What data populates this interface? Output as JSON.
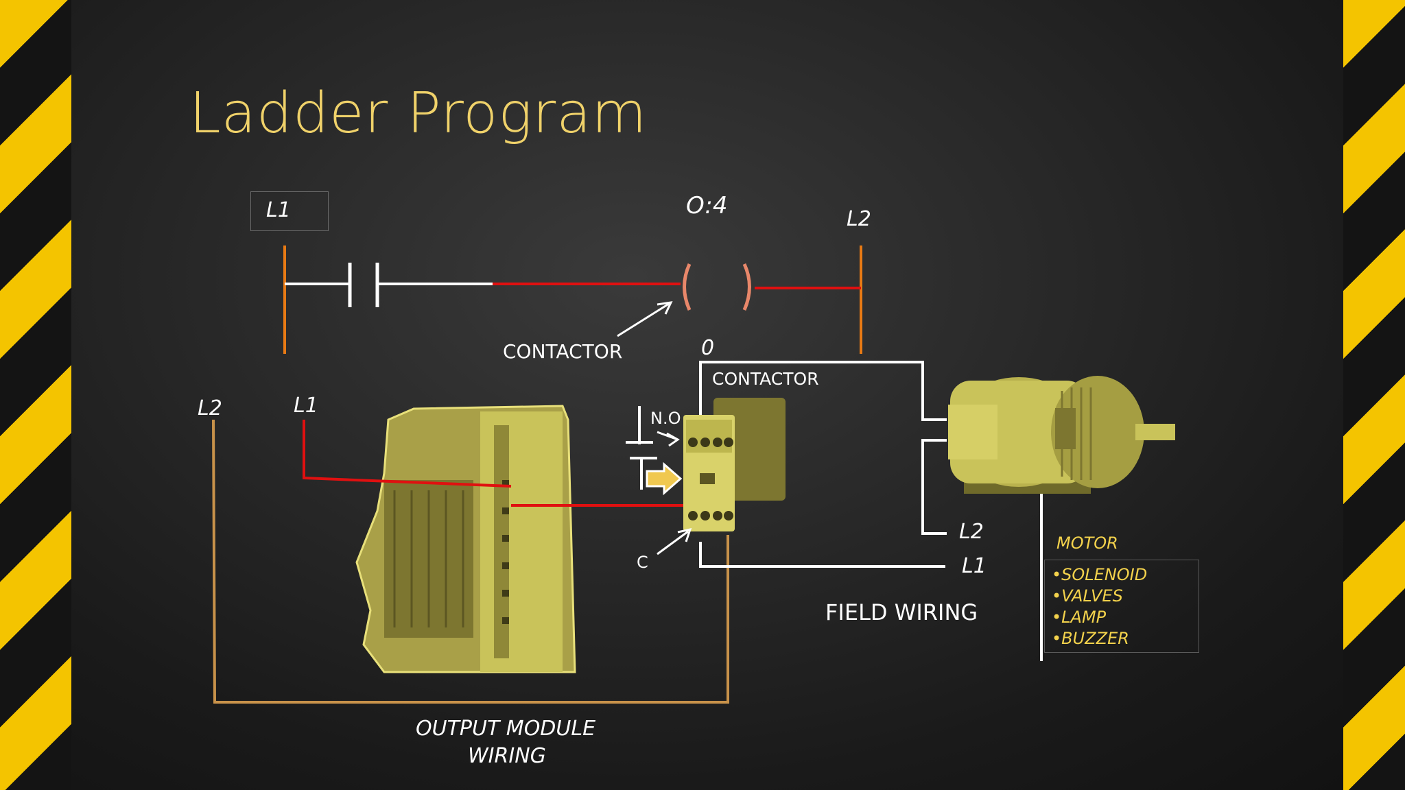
{
  "title": "Ladder Program",
  "ladder": {
    "rail_left_label": "L1",
    "output_address": "O:4",
    "rail_right_label": "L2",
    "contactor_pointer_label": "CONTACTOR",
    "output_bit": "0"
  },
  "output_module": {
    "l2_label": "L2",
    "l1_label": "L1",
    "caption_line1": "OUTPUT MODULE",
    "caption_line2": "WIRING"
  },
  "contactor": {
    "label": "CONTACTOR",
    "no_label": "N.O",
    "c_label": "C"
  },
  "field": {
    "l2_label": "L2",
    "l1_label": "L1",
    "caption": "FIELD  WIRING"
  },
  "motor": {
    "label": "MOTOR",
    "devices": [
      "•SOLENOID",
      "•VALVES",
      "•LAMP",
      "•BUZZER"
    ]
  },
  "colors": {
    "title": "#f0d26a",
    "hazard_yellow": "#f4c400",
    "wire_red": "#e01010",
    "rail_orange": "#e87a14",
    "wire_tan": "#c8924a",
    "device_tint": "#c9c35a"
  }
}
